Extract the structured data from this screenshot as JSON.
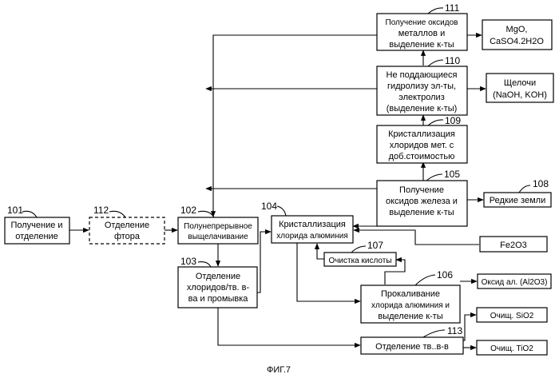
{
  "boxes": {
    "b101": {
      "num": "101",
      "lines": [
        "Получение и",
        "отделение"
      ]
    },
    "b112": {
      "num": "112",
      "lines": [
        "Отделение",
        "фтора"
      ]
    },
    "b102": {
      "num": "102",
      "lines": [
        "Полунепрерывное",
        "выщелачивание"
      ]
    },
    "b103": {
      "num": "103",
      "lines": [
        "Отделение",
        "хлоридов/тв. в-",
        "ва и промывка"
      ]
    },
    "b104": {
      "num": "104",
      "lines": [
        "Кристаллизация",
        "хлорида алюминия"
      ]
    },
    "b105": {
      "num": "105",
      "lines": [
        "Получение",
        "оксидов железа и",
        "выделение к-ты"
      ]
    },
    "b106": {
      "num": "106",
      "lines": [
        "Прокаливание",
        "хлорида алюминия и",
        "выделение к-ты"
      ]
    },
    "b107": {
      "num": "107",
      "lines": [
        "Очистка кислоты"
      ]
    },
    "b109": {
      "num": "109",
      "lines": [
        "Кристаллизация",
        "хлоридов мет. с",
        "доб.стоимостью"
      ]
    },
    "b110": {
      "num": "110",
      "lines": [
        "Не поддающиеся",
        "гидролизу эл-ты,",
        "электролиз",
        "(выделение к-ты)"
      ]
    },
    "b111": {
      "num": "111",
      "lines": [
        "Получение оксидов",
        "металлов и",
        "выделение к-ты"
      ]
    },
    "b113": {
      "num": "113",
      "lines": [
        "Отделение тв..в-в"
      ]
    }
  },
  "products": {
    "mgo_line1": "MgO,",
    "mgo_line2": "CaSO4.2H2O",
    "alkali_line1": "Щелочи",
    "alkali_line2": "(NaOH, KOH)",
    "re": {
      "num": "108",
      "label": "Редкие земли"
    },
    "fe2o3": "Fe2O3",
    "al2o3": "Оксид ал. (Al2O3)",
    "sio2": "Очищ. SiO2",
    "tio2": "Очищ. TiO2"
  },
  "caption": "ФИГ.7"
}
